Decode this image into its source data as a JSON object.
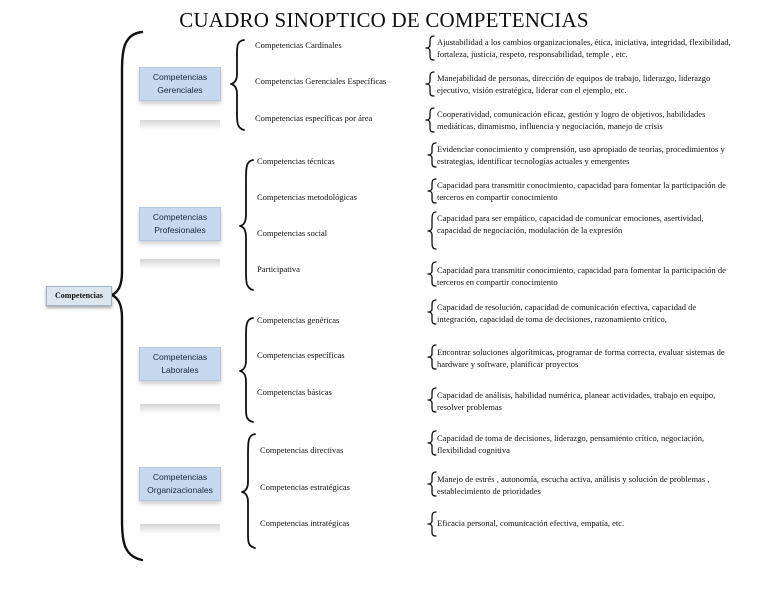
{
  "title": "CUADRO SINOPTICO DE COMPETENCIAS",
  "root": "Competencias",
  "groups": [
    {
      "label": "Competencias Gerenciales",
      "items": [
        {
          "label": "Competencias Cardinales",
          "description": "Ajustabilidad a los cambios organizacionales, ética, iniciativa, integridad, flexibilidad, fortaleza, justicia, respeto, responsabilidad, temple , etc."
        },
        {
          "label": "Competencias Gerenciales Específicas",
          "description": "Manejabilidad de personas, dirección de equipos de trabajo, liderazgo, liderazgo ejecutivo, visión estratégica, liderar con el ejemplo, etc."
        },
        {
          "label": "Competencias específicas por área",
          "description": "Cooperatividad, comunicación eficaz, gestión y logro de objetivos, habilidades mediáticas, dinamismo, influencia y negociación, manejo de crisis"
        }
      ]
    },
    {
      "label": "Competencias Profesionales",
      "items": [
        {
          "label": "Competencias técnicas",
          "description": "Evidenciar conocimiento y comprensión, uso apropiado de teorías, procedimientos y estrategias, identificar tecnologías actuales y emergentes"
        },
        {
          "label": "Competencias metodológicas",
          "description": "Capacidad para transmitir conocimiento, capacidad para fomentar la participación de terceros en compartir conocimiento"
        },
        {
          "label": "Competencias social",
          "description": "Capacidad para ser empático, capacidad de comunicar emociones, asertividad, capacidad de negociación, modulación de la expresión"
        },
        {
          "label": "Participativa",
          "description": "Capacidad para transmitir conocimiento, capacidad para fomentar la participación de terceros en compartir conocimiento"
        }
      ]
    },
    {
      "label": "Competencias Laborales",
      "items": [
        {
          "label": "Competencias genéricas",
          "description": "Capacidad de resolución, capacidad de comunicación efectiva, capacidad de integración, capacidad de toma de decisiones, razonamiento crítico,"
        },
        {
          "label": "Competencias específicas",
          "description": "Encontrar soluciones algorítmicas, programar de forma correcta, evaluar sistemas de hardware y software, planificar proyectos"
        },
        {
          "label": "Competencias básicas",
          "description": "Capacidad de análisis, habilidad numérica, planear actividades, trabajo en equipo, resolver problemas"
        }
      ]
    },
    {
      "label": "Competencias Organizacionales",
      "items": [
        {
          "label": "Competencias directivas",
          "description": "Capacidad de toma de decisiones, liderazgo, pensamiento crítico, negociación, flexibilidad cognitiva"
        },
        {
          "label": "Competencias estratégicas",
          "description": "Manejo de estrés , autonomía, escucha activa, análisis y solución de problemas , establecimiento de prioridades"
        },
        {
          "label": "Competencias intratégicas",
          "description": "Eficacia personal, comunicación efectiva, empatía, etc."
        }
      ]
    }
  ]
}
